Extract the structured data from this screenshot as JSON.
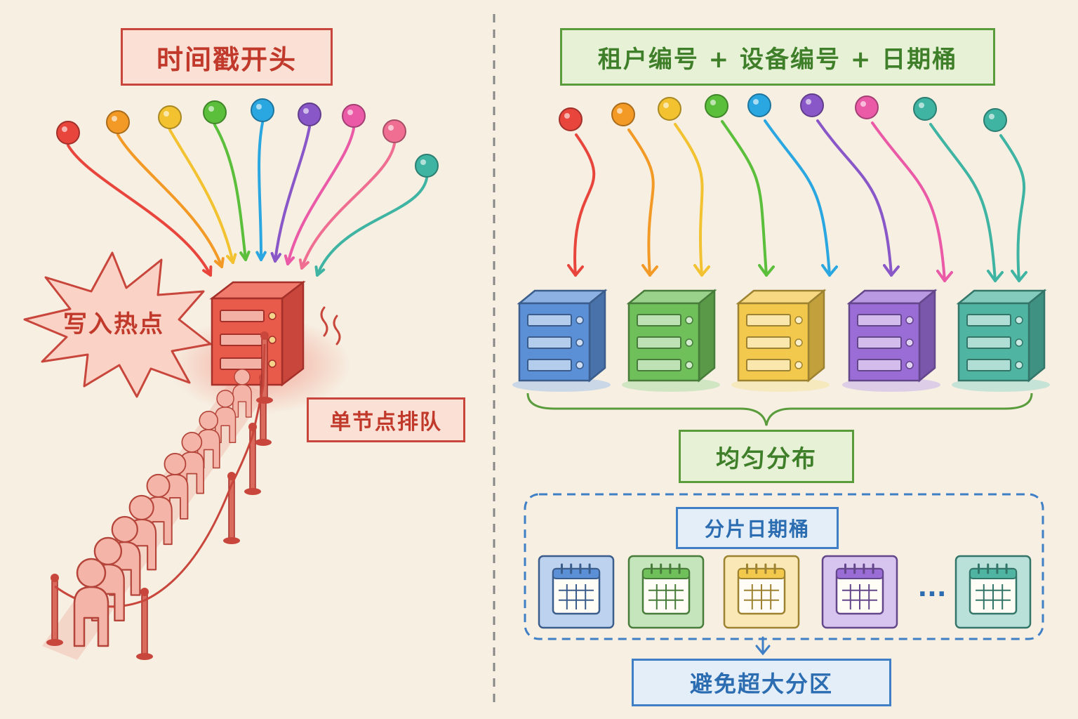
{
  "left": {
    "title": "时间戳开头",
    "hotspot_label": "写入热点",
    "queue_label": "单节点排队",
    "dot_colors": [
      "#e8453c",
      "#f39a26",
      "#f2c230",
      "#5bbf3b",
      "#2aa7e0",
      "#8a57c8",
      "#ea5aa6",
      "#ef6e91",
      "#3fb4a2"
    ]
  },
  "right": {
    "title": "租户编号 + 设备编号 + 日期桶",
    "dot_colors": [
      "#e8453c",
      "#f39a26",
      "#f2c230",
      "#5bbf3b",
      "#2aa7e0",
      "#8a57c8",
      "#ea5aa6",
      "#3fb4a2",
      "#3fb4a2"
    ],
    "server_colors": [
      "#5b8fd6",
      "#6fbf5a",
      "#f2c94c",
      "#9a6dd6",
      "#4fb5a2"
    ],
    "balance_label": "均匀分布",
    "shard_label": "分片日期桶",
    "calendar_colors": [
      "#5b8fd6",
      "#6fbf5a",
      "#f2c94c",
      "#9a6dd6",
      "#4fb5a2"
    ],
    "ellipsis": "···",
    "result_label": "避免超大分区"
  },
  "colors": {
    "hot": "#c8463b",
    "balanced": "#5a9b3c",
    "shard": "#3f7fc6",
    "divider": "#888888"
  }
}
